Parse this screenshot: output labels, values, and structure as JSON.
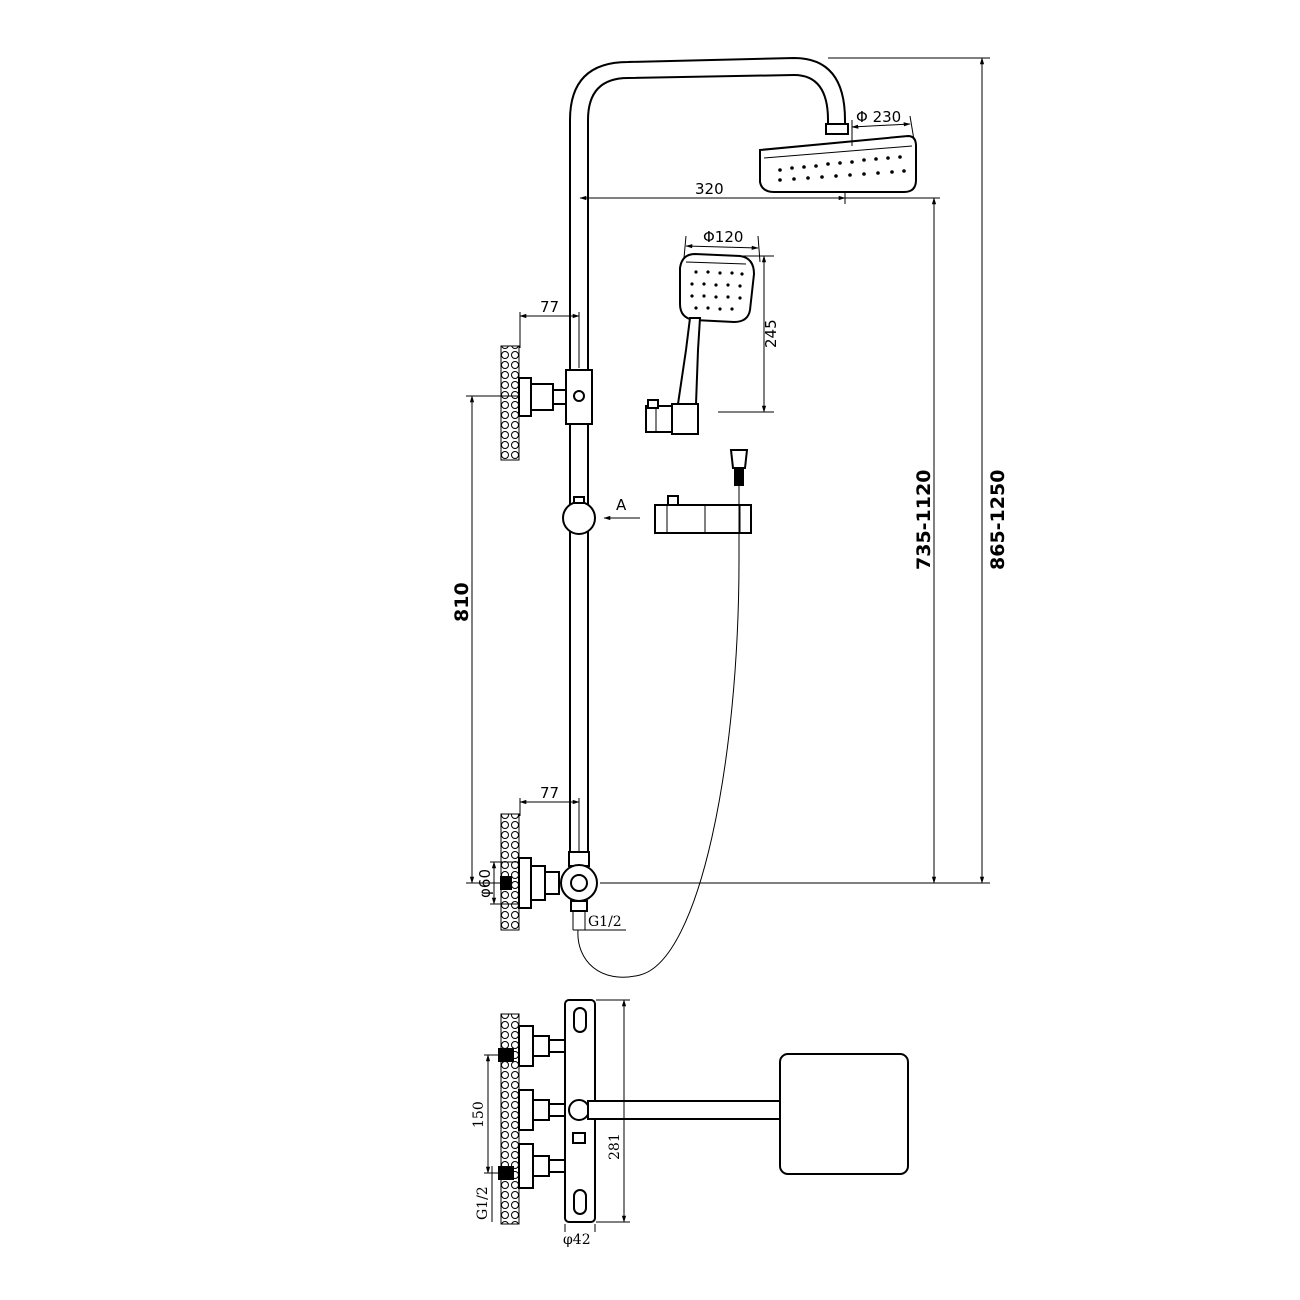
{
  "dimensions": {
    "arm_length": "320",
    "head_diameter": "Φ 230",
    "hand_diameter": "Φ120",
    "hand_length": "245",
    "bracket_offset_top": "77",
    "bracket_offset_bottom": "77",
    "bracket_spacing": "810",
    "range_lower": "735-1120",
    "range_upper": "865-1250",
    "flange_diameter": "φ60",
    "inlet_thread": "G1/2",
    "view_marker": "A",
    "valve_height": "281",
    "inlet_spacing": "150",
    "inlet_thread_plan": "G1/2",
    "valve_diameter": "φ42"
  }
}
